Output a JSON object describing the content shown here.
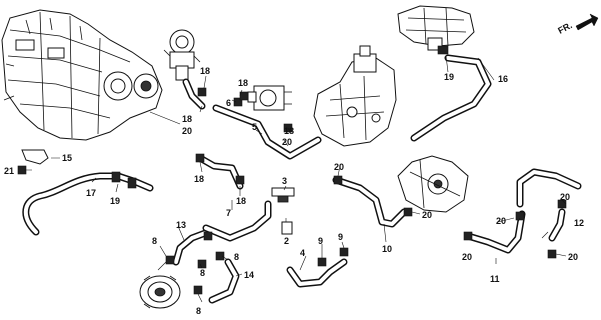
{
  "orientation": {
    "label": "FR.",
    "icon": "front-direction-arrow-icon"
  },
  "callouts": {
    "c2": "2",
    "c3": "3",
    "c4": "4",
    "c5": "5",
    "c6": "6",
    "c7": "7",
    "c8a": "8",
    "c8b": "8",
    "c8c": "8",
    "c8d": "8",
    "c9a": "9",
    "c9b": "9",
    "c10": "10",
    "c11": "11",
    "c12": "12",
    "c13": "13",
    "c14": "14",
    "c15": "15",
    "c16": "16",
    "c17": "17",
    "c18a": "18",
    "c18b": "18",
    "c18c": "18",
    "c18d": "18",
    "c18e": "18",
    "c18f": "18",
    "c19a": "19",
    "c19b": "19",
    "c20a": "20",
    "c20b": "20",
    "c20c": "20",
    "c20d": "20",
    "c20e": "20",
    "c20f": "20",
    "c20g": "20",
    "c20h": "20",
    "c21": "21"
  },
  "components": {
    "engine": "engine-block-icon",
    "egr_valve": "egr-valve-icon",
    "thermostat_housing": "thermostat-housing-icon",
    "throttle_body": "throttle-body-icon",
    "water_outlet": "water-outlet-icon",
    "oil_cooler": "oil-cooler-icon",
    "transmission": "transmission-icon"
  },
  "colors": {
    "line": "#111111",
    "background": "#ffffff"
  }
}
